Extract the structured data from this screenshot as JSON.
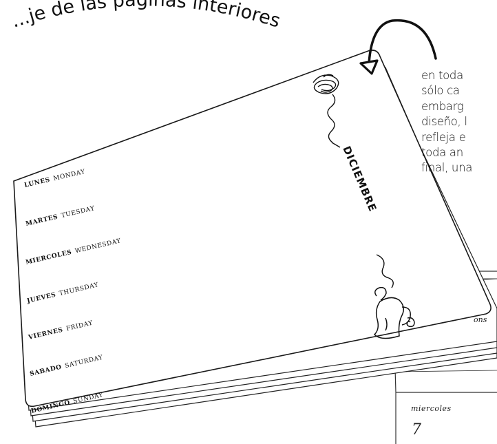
{
  "heading": "...je de las páginas interiores",
  "month": "DICIEMBRE",
  "days": [
    {
      "es": "LUNES",
      "en": "MONDAY"
    },
    {
      "es": "MARTES",
      "en": "TUESDAY"
    },
    {
      "es": "MIERCOLES",
      "en": "WEDNESDAY"
    },
    {
      "es": "JUEVES",
      "en": "THURSDAY"
    },
    {
      "es": "VIERNES",
      "en": "FRIDAY"
    },
    {
      "es": "SABADO",
      "en": "SATURDAY"
    },
    {
      "es": "DOMINGO",
      "en": "SUNDAY"
    }
  ],
  "side_text_lines": [
    "en toda",
    "sólo ca",
    "embarg",
    "diseño, l",
    "refleja e",
    "toda an",
    "final, una"
  ],
  "right_panel_fragment": "ons",
  "bottom_fragment": "miercoles",
  "bottom_number": "7"
}
